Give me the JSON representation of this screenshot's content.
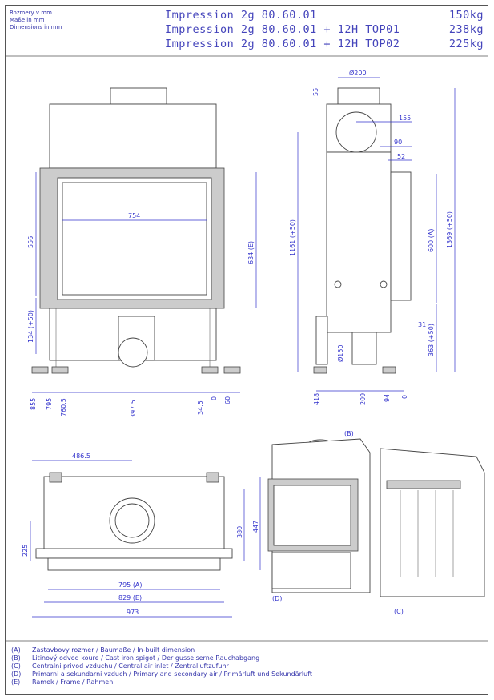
{
  "header": {
    "units": [
      "Rozmery v mm",
      "Maße in mm",
      "Dimensions in mm"
    ],
    "models": [
      {
        "name": "Impression 2g 80.60.01",
        "weight": "150kg"
      },
      {
        "name": "Impression 2g 80.60.01 + 12H TOP01",
        "weight": "238kg"
      },
      {
        "name": "Impression 2g 80.60.01 + 12H TOP02",
        "weight": "225kg"
      }
    ]
  },
  "front_view": {
    "width_754": "754",
    "h_556": "556",
    "h_634": "634 (E)",
    "h_134": "134 (+50)",
    "bottom": [
      "855",
      "795",
      "760.5",
      "397.5",
      "34.5",
      "0",
      "60"
    ]
  },
  "side_view": {
    "d200": "Ø200",
    "d55": "55",
    "d155": "155",
    "d90": "90",
    "d52": "52",
    "d600": "600 (A)",
    "d1369": "1369 (+50)",
    "d1161": "1161 (+50)",
    "d31": "31",
    "d363": "363 (+50)",
    "d150": "Ø150",
    "bottom": [
      "418",
      "209",
      "94",
      "0"
    ]
  },
  "top_view": {
    "d486": "486.5",
    "d225": "225",
    "d380": "380",
    "d447": "447",
    "d795": "795 (A)",
    "d829": "829 (E)",
    "d973": "973"
  },
  "iso_labels": {
    "b": "(B)",
    "c": "(C)",
    "d": "(D)"
  },
  "legend": [
    {
      "key": "(A)",
      "text": "Zastavbovy rozmer / Baumaße / In-built dimension"
    },
    {
      "key": "(B)",
      "text": "Litinový odvod koure / Cast iron spigot / Der gusseiserne Rauchabgang"
    },
    {
      "key": "(C)",
      "text": "Centralni privod vzduchu / Central air inlet / Zentralluftzufuhr"
    },
    {
      "key": "(D)",
      "text": "Primarni a sekundarni vzduch / Primary and secondary air / Primärluft und Sekundärluft"
    },
    {
      "key": "(E)",
      "text": "Ramek / Frame / Rahmen"
    }
  ]
}
